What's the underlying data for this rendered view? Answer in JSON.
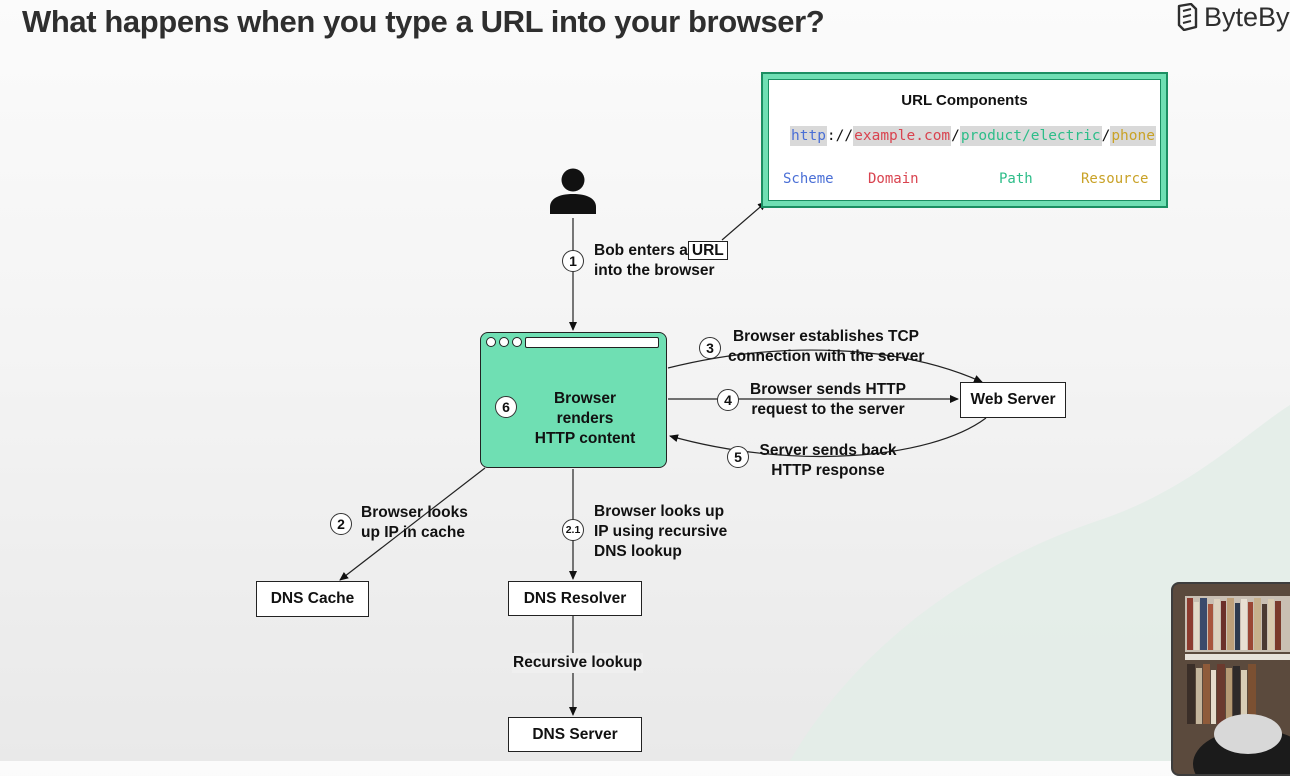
{
  "header": {
    "title": "What happens when you type a URL into your browser?",
    "brand": "ByteByt"
  },
  "url_components": {
    "title": "URL Components",
    "scheme": "http",
    "sep1": "://",
    "domain": "example.com",
    "sep2": "/",
    "path": "product/electric",
    "sep3": "/",
    "resource": "phone",
    "labels": {
      "scheme": "Scheme",
      "domain": "Domain",
      "path": "Path",
      "resource": "Resource"
    },
    "colors": {
      "scheme": "#4a6fd6",
      "domain": "#d9434f",
      "path": "#2dbd89",
      "resource": "#c9a227",
      "card_border": "#1b8f62",
      "card_fill": "#6fdfb3"
    }
  },
  "user": {
    "icon": "person-icon"
  },
  "steps": {
    "s1": {
      "num": "1",
      "text_a": "Bob enters a",
      "text_box": "URL",
      "text_b": "into the browser"
    },
    "s2": {
      "num": "2",
      "line1": "Browser looks",
      "line2": "up IP in cache"
    },
    "s21": {
      "num": "2.1",
      "line1": "Browser looks up",
      "line2": "IP using recursive",
      "line3": "DNS lookup"
    },
    "s3": {
      "num": "3",
      "line1": "Browser establishes TCP",
      "line2": "connection with the server"
    },
    "s4": {
      "num": "4",
      "line1": "Browser sends HTTP",
      "line2": "request to the server"
    },
    "s5": {
      "num": "5",
      "line1": "Server sends back",
      "line2": "HTTP response"
    },
    "s6": {
      "num": "6",
      "line1": "Browser renders",
      "line2": "HTTP content"
    }
  },
  "nodes": {
    "web_server": "Web Server",
    "dns_cache": "DNS Cache",
    "dns_resolver": "DNS Resolver",
    "dns_server": "DNS Server",
    "recursive_lookup": "Recursive lookup"
  },
  "colors": {
    "browser_fill": "#6fdfb3",
    "title_text": "#2e2e2e"
  }
}
